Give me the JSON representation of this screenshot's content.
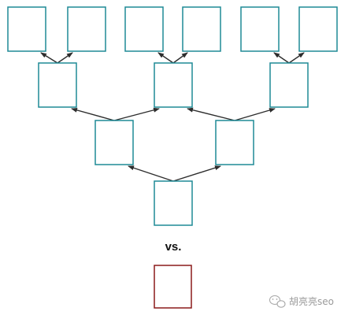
{
  "comparison_label": "vs.",
  "watermark": {
    "text": "胡亮亮seo",
    "icon": "wechat-icon"
  },
  "colors": {
    "node_border": "#1f8a96",
    "single_node_border": "#8b1a1a",
    "arrow": "#2d2d2d"
  },
  "tree": {
    "root": "n-root",
    "nodes": [
      {
        "id": "n-root",
        "level": 0
      },
      {
        "id": "n-l1-left",
        "level": 1
      },
      {
        "id": "n-l1-right",
        "level": 1
      },
      {
        "id": "n-l2-1",
        "level": 2
      },
      {
        "id": "n-l2-2",
        "level": 2
      },
      {
        "id": "n-l2-3",
        "level": 2
      },
      {
        "id": "n-l3-1",
        "level": 3
      },
      {
        "id": "n-l3-2",
        "level": 3
      },
      {
        "id": "n-l3-3",
        "level": 3
      },
      {
        "id": "n-l3-4",
        "level": 3
      },
      {
        "id": "n-l3-5",
        "level": 3
      },
      {
        "id": "n-l3-6",
        "level": 3
      }
    ],
    "edges": [
      {
        "from": "n-root",
        "to": "n-l1-left"
      },
      {
        "from": "n-root",
        "to": "n-l1-right"
      },
      {
        "from": "n-l1-left",
        "to": "n-l2-1"
      },
      {
        "from": "n-l1-left",
        "to": "n-l2-2"
      },
      {
        "from": "n-l1-right",
        "to": "n-l2-2"
      },
      {
        "from": "n-l1-right",
        "to": "n-l2-3"
      },
      {
        "from": "n-l2-1",
        "to": "n-l3-1"
      },
      {
        "from": "n-l2-1",
        "to": "n-l3-2"
      },
      {
        "from": "n-l2-2",
        "to": "n-l3-3"
      },
      {
        "from": "n-l2-2",
        "to": "n-l3-4"
      },
      {
        "from": "n-l2-3",
        "to": "n-l3-5"
      },
      {
        "from": "n-l2-3",
        "to": "n-l3-6"
      }
    ]
  },
  "single_node": {
    "id": "n-single"
  }
}
